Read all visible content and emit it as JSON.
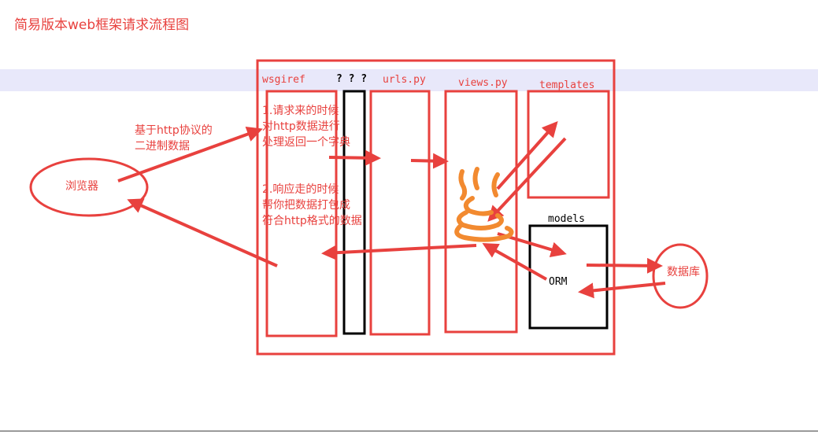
{
  "title": "简易版本web框架请求流程图",
  "labels": {
    "wsgiref": "wsgiref",
    "unknown": "? ? ?",
    "urls": "urls.py",
    "views": "views.py",
    "templates": "templates",
    "models": "models",
    "orm": "ORM",
    "browser": "浏览器",
    "database": "数据库",
    "http_binary_line1": "基于http协议的",
    "http_binary_line2": "二进制数据",
    "request_note": [
      "1.请求来的时候",
      "对http数据进行",
      "处理返回一个字典"
    ],
    "response_note": [
      "2.响应走的时候",
      "帮你把数据打包成",
      "符合http格式的数据"
    ]
  },
  "colors": {
    "accent": "#e8413e",
    "band": "#e8e8fa",
    "doodle": "#f28a30"
  }
}
